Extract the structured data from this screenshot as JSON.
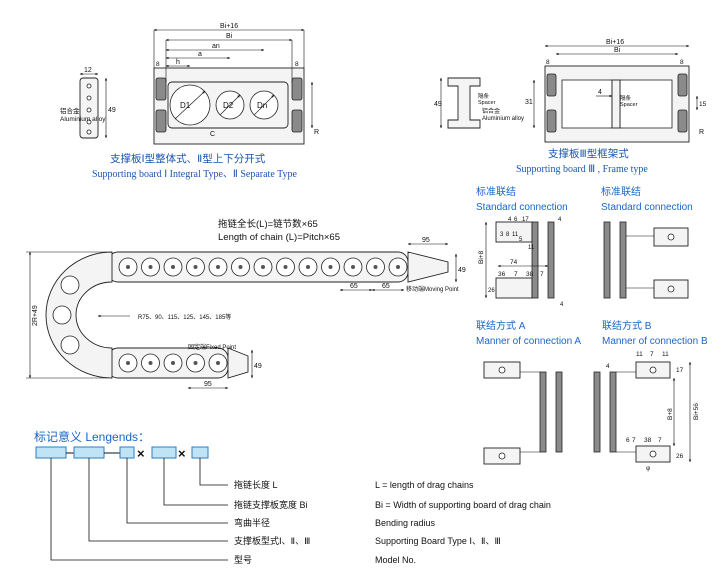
{
  "colors": {
    "caption_blue": "#1a55b0",
    "heading_blue": "#1a66c8",
    "legend_box_fill": "#bfe3f7",
    "legend_box_border": "#2a7fbf"
  },
  "board_integral": {
    "dims": {
      "bi16": "Bi+16",
      "bi": "Bi",
      "an": "an",
      "a": "a",
      "h": "h",
      "eight_a": "8",
      "eight_b": "8",
      "twelve": "12",
      "fortynine": "49",
      "d1": "D1",
      "d2": "D2",
      "dn": "Dn",
      "c": "C",
      "r": "R"
    },
    "material_cn": "铝合金",
    "material_en": "Aluminium alloy",
    "caption_cn": "支撑板Ⅰ型整体式、Ⅱ型上下分开式",
    "caption_en": "Supporting board Ⅰ Integral Type、Ⅱ Separate Type"
  },
  "board_frame": {
    "dims": {
      "bi16": "Bi+16",
      "bi": "Bi",
      "eight_a": "8",
      "eight_b": "8",
      "fortynine": "49",
      "thirtyone": "31",
      "four": "4",
      "fifteen": "15",
      "r": "R"
    },
    "spacer_cn": "隔条",
    "spacer_en": "Spacer",
    "spacer2_cn": "隔条",
    "spacer2_en": "Spacer",
    "material_cn": "铝合金",
    "material_en": "Aluminium alloy",
    "caption_cn": "支撑板Ⅲ型框架式",
    "caption_en": "Supporting board Ⅲ , Frame type"
  },
  "chain": {
    "title_cn": "拖链全长(L)=链节数×65",
    "title_en": "Length of chain (L)=Pitch×65",
    "dims": {
      "ninetyfive_top": "95",
      "sixtyfive_a": "65",
      "sixtyfive_b": "65",
      "fortynine_top": "49",
      "fortynine_bottom": "49",
      "ninetyfive_bottom": "95",
      "height": "2R+49"
    },
    "radius_list": "R75、90、115、125、145、185等",
    "moving_point": "移动端Moving Point",
    "fixed_point": "固定端Fixed Point"
  },
  "connections": {
    "std_a_cn": "标准联结",
    "std_a_en": "Standard connection",
    "std_b_cn": "标准联结",
    "std_b_en": "Standard connection",
    "a_cn": "联结方式 A",
    "a_en": "Manner of connection A",
    "b_cn": "联结方式 B",
    "b_en": "Manner of connection B",
    "std_dims": {
      "d4a": "4",
      "d6": "6",
      "d17": "17",
      "d3": "3",
      "d8": "8",
      "d11a": "11",
      "d5": "5",
      "d4b": "4",
      "d11b": "11",
      "bi8": "Bi+8",
      "d74": "74",
      "d36": "36",
      "d7": "7",
      "d38": "38",
      "d7b": "7",
      "d26": "26",
      "d4c": "4"
    },
    "b_dims": {
      "d11a": "11",
      "d7a": "7",
      "d11b": "11",
      "d17": "17",
      "d4": "4",
      "b8": "B+8",
      "bi56": "Bi+56",
      "d7b": "7",
      "d38": "38",
      "d7c": "7",
      "d6": "6",
      "phi": "φ",
      "d26": "26"
    }
  },
  "legend": {
    "title": "标记意义 Lengends：",
    "cross_a": "×",
    "cross_b": "×",
    "items": [
      {
        "cn": "拖链长度 L",
        "en": "L = length of drag chains"
      },
      {
        "cn": "拖链支撑板宽度 Bi",
        "en": "Bi = Width of supporting board of drag chain"
      },
      {
        "cn": "弯曲半径",
        "en": "Bending radius"
      },
      {
        "cn": "支撑板型式Ⅰ、Ⅱ、Ⅲ",
        "en": "Supporting Board Type Ⅰ、Ⅱ、Ⅲ"
      },
      {
        "cn": "型号",
        "en": "Model No."
      }
    ]
  }
}
